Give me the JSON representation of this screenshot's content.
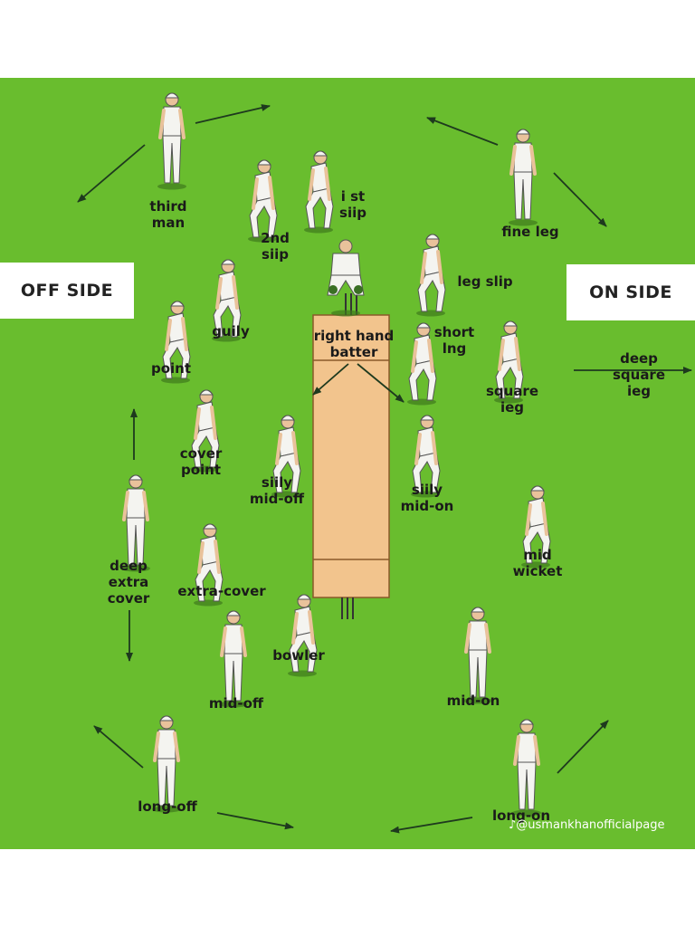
{
  "side_labels": {
    "off_side": "OFF SIDE",
    "on_side": "ON SIDE"
  },
  "fielders": {
    "third_man": [
      "third",
      "man"
    ],
    "first_slip": [
      "i st",
      "siip"
    ],
    "second_slip": [
      "2nd",
      "siip"
    ],
    "fine_leg": "fine leg",
    "leg_slip": "leg slip",
    "gully": "guily",
    "point": "point",
    "short_leg": [
      "short",
      "lng"
    ],
    "square_leg": [
      "square",
      "ieg"
    ],
    "deep_square_leg": [
      "deep",
      "square",
      "ieg"
    ],
    "cover_point": [
      "cover",
      "point"
    ],
    "silly_mid_off": [
      "siily",
      "mid-off"
    ],
    "silly_mid_on": [
      "siily",
      "mid-on"
    ],
    "deep_extra_cover": [
      "deep",
      "extra",
      "cover"
    ],
    "extra_cover": "extra-cover",
    "mid_wicket": [
      "mid",
      "wicket"
    ],
    "bowler": "bowler",
    "mid_off": "mid-off",
    "mid_on": "mid-on",
    "long_off": "long-off",
    "long_on": "long-on"
  },
  "pitch_label": [
    "right hand",
    "batter"
  ],
  "watermark": "@usmankhanofficialpage",
  "colors": {
    "field": "#69bd2e",
    "pitch": "#f2c48d",
    "uniform": "#f4f4f0",
    "text": "#1a1a1a"
  }
}
